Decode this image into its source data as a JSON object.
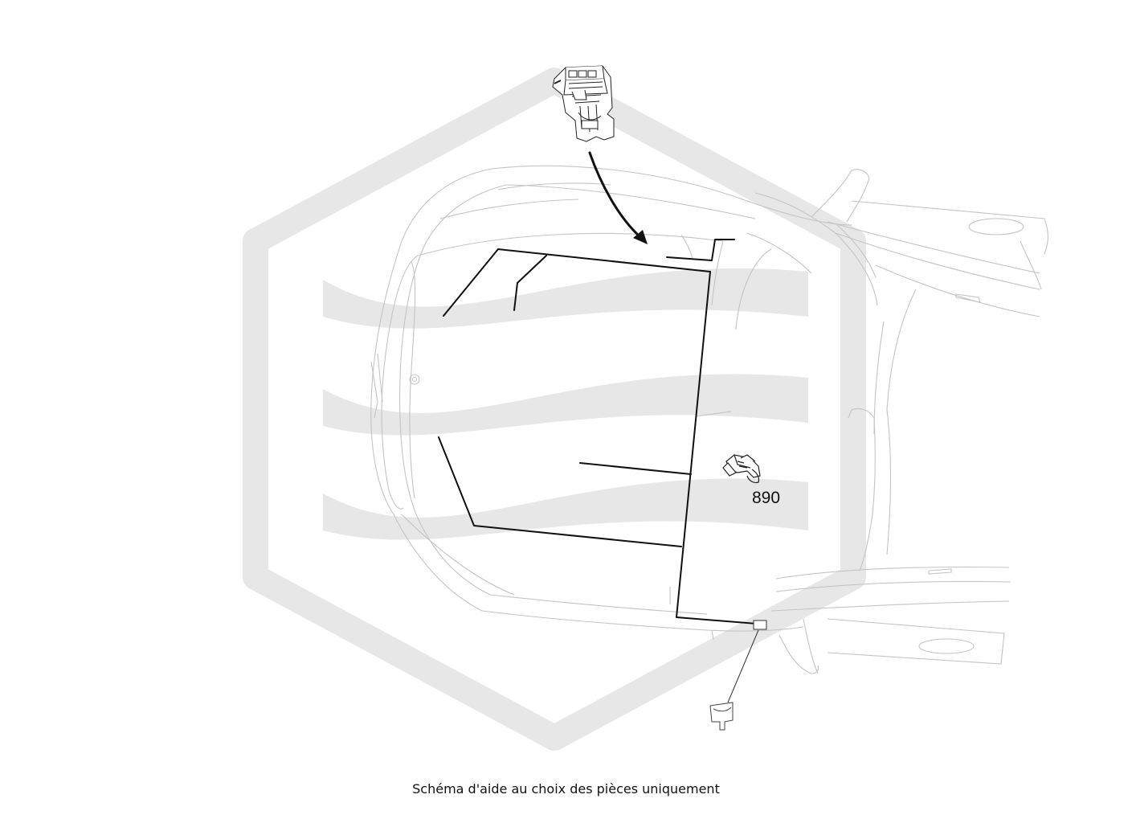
{
  "caption": "Schéma d'aide au choix des pièces uniquement",
  "callouts": [
    {
      "label": "890",
      "component": "wiring-connector-clip"
    }
  ],
  "colors": {
    "watermark": "#e7e7e7",
    "car_outline": "#c4c4c4",
    "harness": "#111111",
    "text": "#111111"
  },
  "icons": {
    "fuse-box": "fuse-relay-box-icon",
    "clip": "connector-clip-icon",
    "tab": "connector-tab-icon",
    "arrow": "pointer-arrow-icon"
  }
}
